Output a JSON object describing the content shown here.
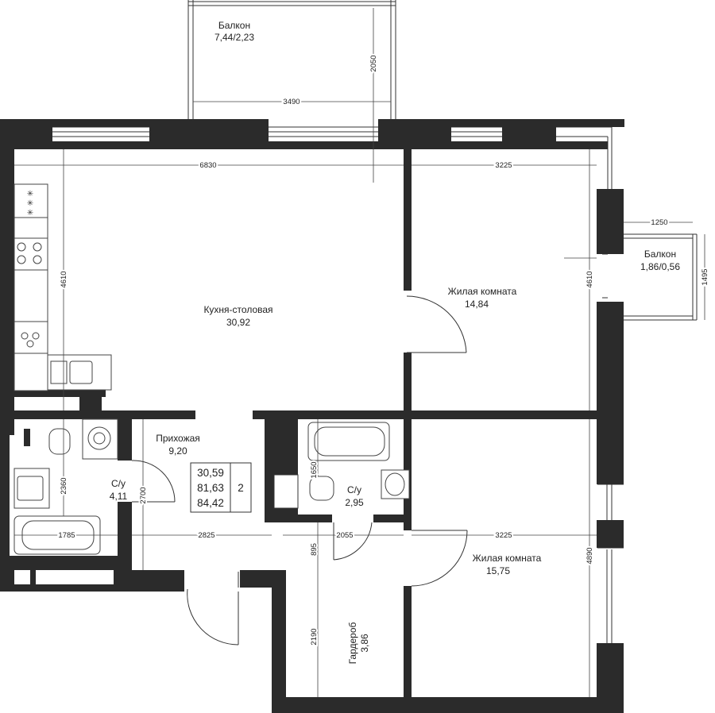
{
  "rooms": {
    "balcony_top": {
      "name": "Балкон",
      "area": "7,44/2,23"
    },
    "balcony_right": {
      "name": "Балкон",
      "area": "1,86/0,56"
    },
    "kitchen": {
      "name": "Кухня-столовая",
      "area": "30,92"
    },
    "living1": {
      "name": "Жилая комната",
      "area": "14,84"
    },
    "hall": {
      "name": "Прихожая",
      "area": "9,20"
    },
    "bath1": {
      "name": "С/у",
      "area": "4,11"
    },
    "bath2": {
      "name": "С/у",
      "area": "2,95"
    },
    "living2": {
      "name": "Жилая комната",
      "area": "15,75"
    },
    "wardrobe": {
      "name": "Гардероб",
      "area": "3,86"
    }
  },
  "summary": {
    "living_area": "30,59",
    "total_area": "81,63",
    "total_with_balcony": "84,42",
    "rooms_count": "2"
  },
  "dimensions": {
    "balcony_width": "3490",
    "balcony_depth": "2050",
    "kitchen_width": "6830",
    "living1_width": "3225",
    "kitchen_depth": "4610",
    "living1_depth": "4610",
    "balcony_right_width": "1250",
    "balcony_right_depth": "1495",
    "bath1_height": "2360",
    "bath1_width": "1785",
    "hall_height": "2700",
    "hall_width": "2825",
    "bath2_bathtub_height": "1650",
    "bath2_width": "2055",
    "wardrobe_upper": "895",
    "wardrobe_height": "2190",
    "living2_width": "3225",
    "living2_depth": "4890"
  }
}
